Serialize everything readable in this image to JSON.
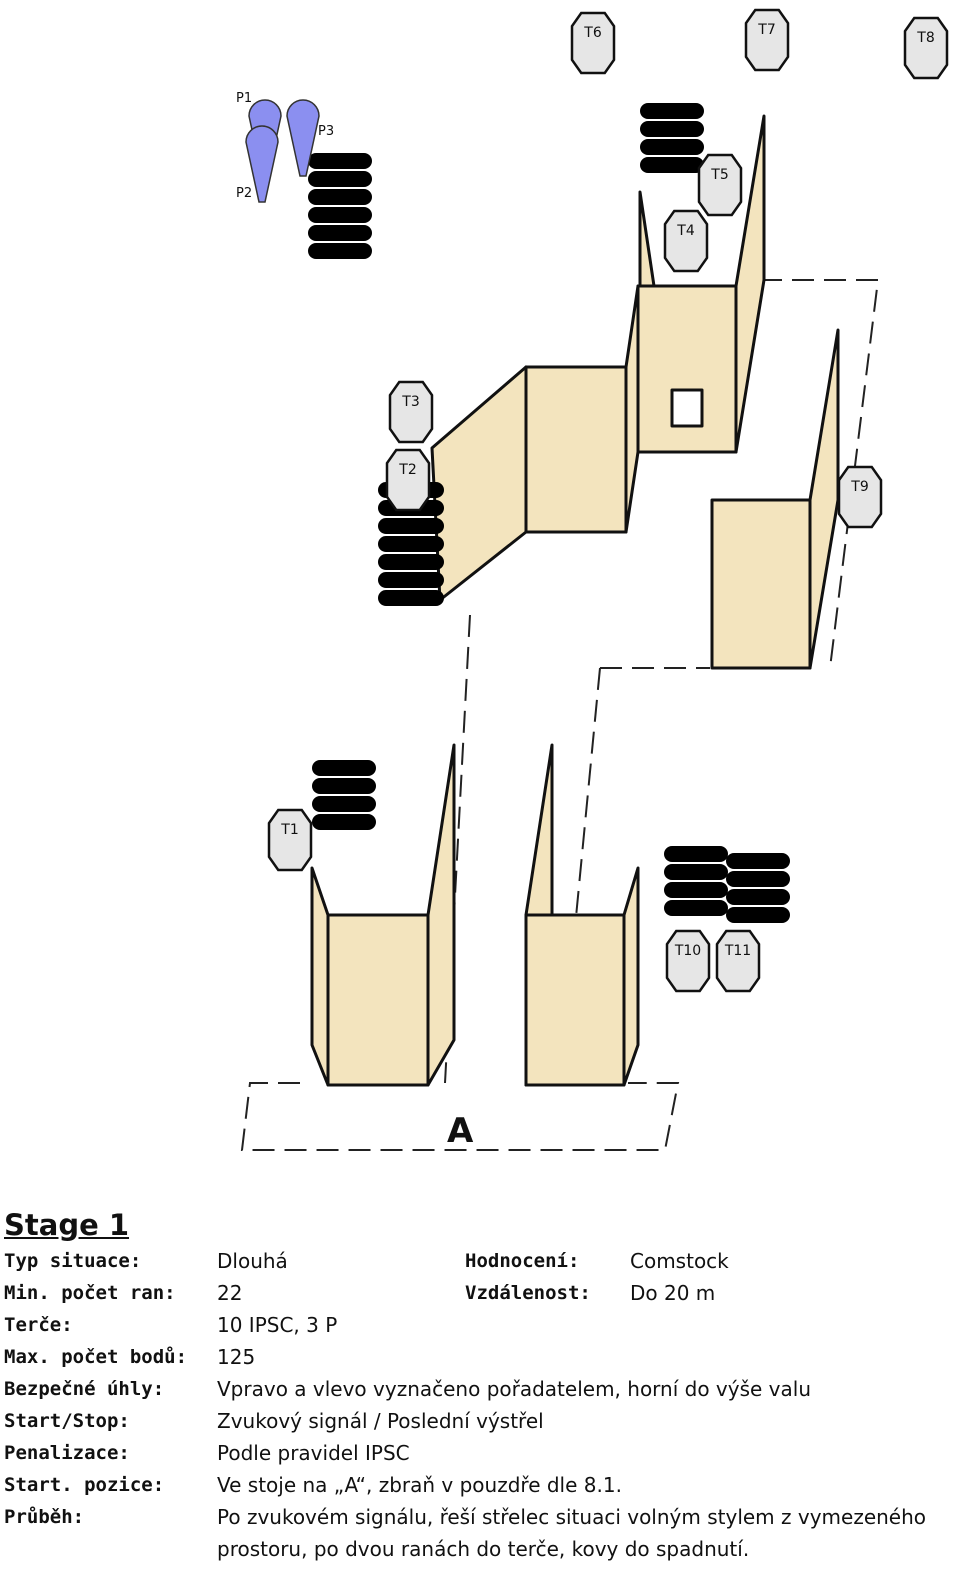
{
  "diagram": {
    "area_label": "A",
    "targets": {
      "t1": "T1",
      "t2": "T2",
      "t3": "T3",
      "t4": "T4",
      "t5": "T5",
      "t6": "T6",
      "t7": "T7",
      "t8": "T8",
      "t9": "T9",
      "t10": "T10",
      "t11": "T11"
    },
    "poppers": {
      "p1": "P1",
      "p2": "P2",
      "p3": "P3"
    }
  },
  "stage": {
    "title": "Stage 1",
    "rows": [
      {
        "label": "Typ situace:",
        "value": "Dlouhá",
        "label2": "Hodnocení:",
        "value2": "Comstock"
      },
      {
        "label": "Min. počet ran:",
        "value": "22",
        "label2": "Vzdálenost:",
        "value2": " Do 20 m"
      },
      {
        "label": "Terče:",
        "value": "10 IPSC, 3 P"
      },
      {
        "label": "Max. počet bodů:",
        "value": "125"
      },
      {
        "label": "Bezpečné úhly:",
        "value": "Vpravo a vlevo vyznačeno pořadatelem, horní do výše valu"
      },
      {
        "label": "Start/Stop:",
        "value": "Zvukový signál / Poslední výstřel"
      },
      {
        "label": "Penalizace:",
        "value": "Podle pravidel IPSC"
      },
      {
        "label": "Start. pozice:",
        "value": "Ve stoje na „A“, zbraň v pouzdře dle 8.1."
      },
      {
        "label": "Průběh:",
        "value": "Po zvukovém signálu, řeší střelec situaci volným stylem z vymezeného prostoru, po dvou ranách do terče, kovy do spadnutí."
      }
    ]
  }
}
